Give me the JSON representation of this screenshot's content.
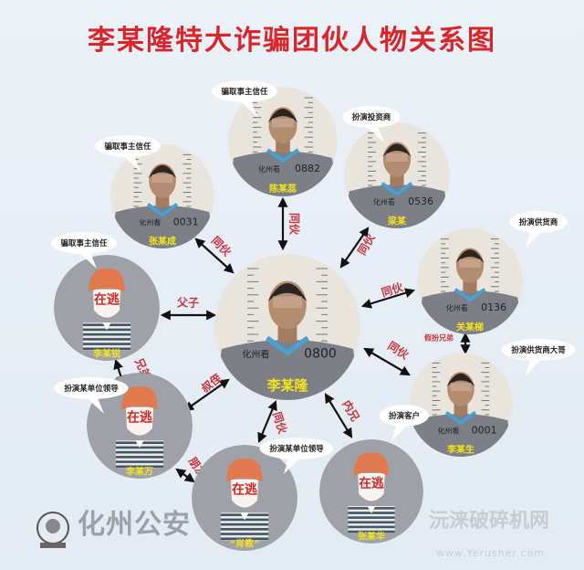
{
  "title": "李某隆特大诈骗团伙人物关系图",
  "shirt_print": "化州看",
  "fugitive_label": "在逃",
  "people": [
    {
      "id": "center",
      "name": "李某隆",
      "role": "",
      "number": "0800",
      "fugitive": false
    },
    {
      "id": "chen",
      "name": "陈某蕊",
      "role": "骗取事主信任",
      "number": "0882",
      "fugitive": false
    },
    {
      "id": "zhangcheng",
      "name": "张某成",
      "role": "骗取事主信任",
      "number": "0031",
      "fugitive": false
    },
    {
      "id": "liang",
      "name": "梁某",
      "role": "扮演投资商",
      "number": "0536",
      "fugitive": false
    },
    {
      "id": "guan",
      "name": "关某梯",
      "role": "扮演供货商",
      "number": "0136",
      "fugitive": false
    },
    {
      "id": "lisheng",
      "name": "李某生",
      "role": "扮演供货商大哥",
      "number": "0001",
      "fugitive": false
    },
    {
      "id": "lirui",
      "name": "李某锐",
      "role": "骗取事主信任",
      "number": "",
      "fugitive": true
    },
    {
      "id": "liwan",
      "name": "李某万",
      "role": "扮演某单位领导",
      "number": "",
      "fugitive": true
    },
    {
      "id": "xiao",
      "name": "“肖教”",
      "role": "扮演某单位领导",
      "number": "",
      "fugitive": true
    },
    {
      "id": "zhanghua",
      "name": "张某华",
      "role": "扮演客户",
      "number": "",
      "fugitive": true
    }
  ],
  "relations": [
    {
      "from": "chen",
      "to": "center",
      "label": "同伙"
    },
    {
      "from": "zhangcheng",
      "to": "center",
      "label": "同伙"
    },
    {
      "from": "liang",
      "to": "center",
      "label": "同伙"
    },
    {
      "from": "guan",
      "to": "center",
      "label": "同伙"
    },
    {
      "from": "lirui",
      "to": "center",
      "label": "父子"
    },
    {
      "from": "lisheng",
      "to": "center",
      "label": "同伙"
    },
    {
      "from": "liwan",
      "to": "center",
      "label": "叔侄"
    },
    {
      "from": "xiao",
      "to": "center",
      "label": "同伙"
    },
    {
      "from": "zhanghua",
      "to": "center",
      "label": "内兄"
    },
    {
      "from": "lirui",
      "to": "liwan",
      "label": "兄弟"
    },
    {
      "from": "liwan",
      "to": "xiao",
      "label": "朋友"
    },
    {
      "from": "guan",
      "to": "lisheng",
      "label": "假扮兄弟"
    }
  ],
  "footer": {
    "brand": "化州公安",
    "watermark": "沅涞破碎机网",
    "watermark_url": "www.Yerusher.com"
  },
  "colors": {
    "title": "#d8262a",
    "name": "#f3e21c",
    "relation": "#c8343c",
    "fugitive_bg": "#9ea2a8",
    "hair": "#e07a4e"
  }
}
